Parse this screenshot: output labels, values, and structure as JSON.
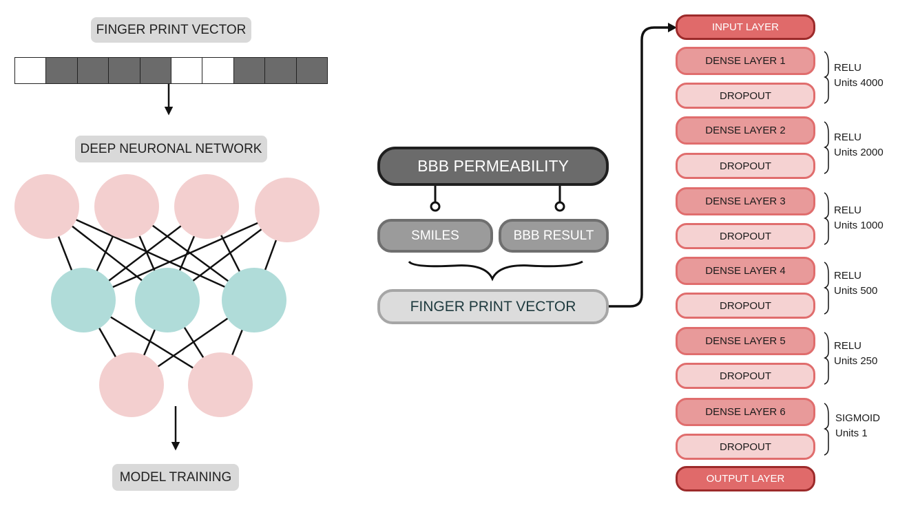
{
  "left": {
    "fingerprint_title": "FINGER PRINT VECTOR",
    "fingerprint_cells": [
      0,
      1,
      1,
      1,
      1,
      0,
      0,
      1,
      1,
      1
    ],
    "network_title": "DEEP NEURONAL NETWORK",
    "training_title": "MODEL TRAINING"
  },
  "middle": {
    "bbb_title": "BBB PERMEABILITY",
    "smiles": "SMILES",
    "bbb_result": "BBB RESULT",
    "fingerprint_vector": "FINGER PRINT VECTOR"
  },
  "right": {
    "input_layer": "INPUT LAYER",
    "output_layer": "OUTPUT LAYER",
    "blocks": [
      {
        "dense": "DENSE LAYER 1",
        "dropout": "DROPOUT",
        "activation": "RELU",
        "units": "Units 4000"
      },
      {
        "dense": "DENSE LAYER 2",
        "dropout": "DROPOUT",
        "activation": "RELU",
        "units": "Units 2000"
      },
      {
        "dense": "DENSE LAYER 3",
        "dropout": "DROPOUT",
        "activation": "RELU",
        "units": "Units 1000"
      },
      {
        "dense": "DENSE LAYER 4",
        "dropout": "DROPOUT",
        "activation": "RELU",
        "units": "Units 500"
      },
      {
        "dense": "DENSE LAYER 5",
        "dropout": "DROPOUT",
        "activation": "RELU",
        "units": "Units 250"
      },
      {
        "dense": "DENSE LAYER 6",
        "dropout": "DROPOUT",
        "activation": "SIGMOID",
        "units": "Units 1"
      }
    ]
  },
  "colors": {
    "node_pink": "#f3cfcf",
    "node_teal": "#b0dcd9",
    "layer_red": "#e06d6d",
    "dark_red": "#9c2a2a"
  }
}
